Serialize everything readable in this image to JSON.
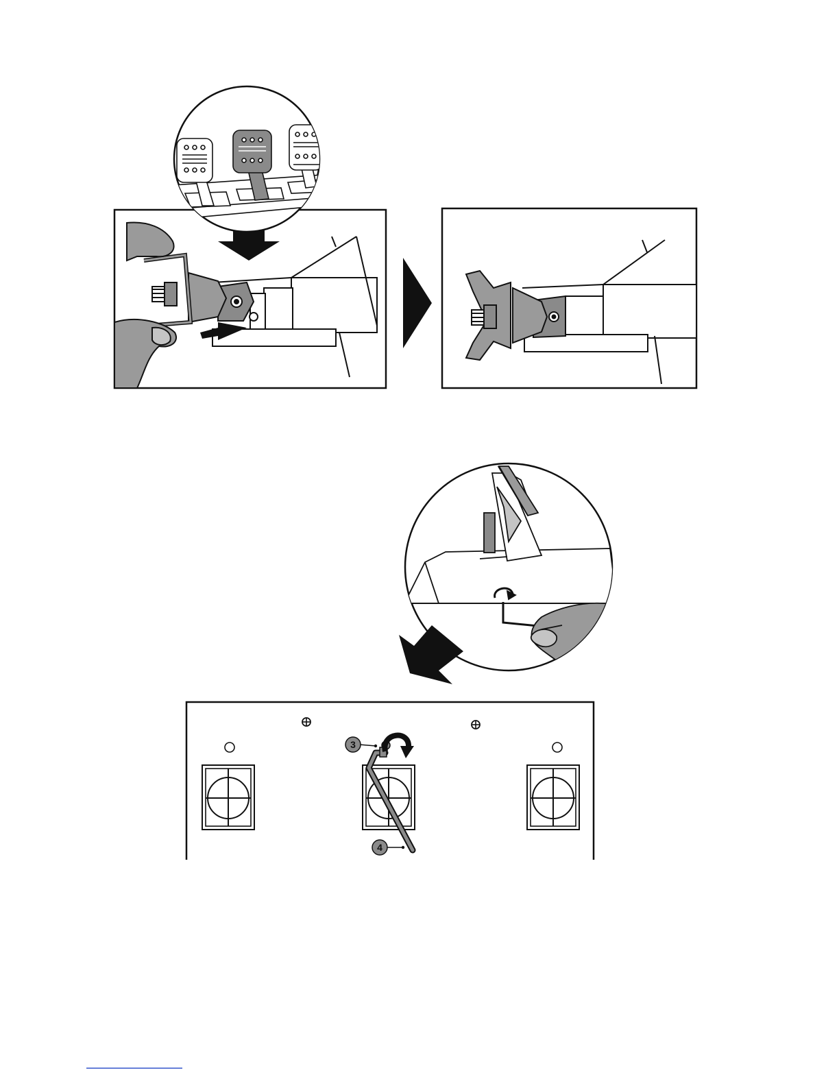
{
  "figures": {
    "top_step": {
      "zoom_circle": "pedal-set",
      "panel_left": "clip-insert",
      "panel_right": "clip-installed"
    },
    "bottom_step": {
      "zoom_circle": "hex-key-under-pedal",
      "base_plate": "pedal-base-underside"
    }
  },
  "callouts": [
    {
      "id": "callout-3",
      "label": "3"
    },
    {
      "id": "callout-4",
      "label": "4"
    }
  ],
  "colors": {
    "line": "#111111",
    "shade": "#8a8a8a",
    "light_shade": "#c4c4c4"
  }
}
